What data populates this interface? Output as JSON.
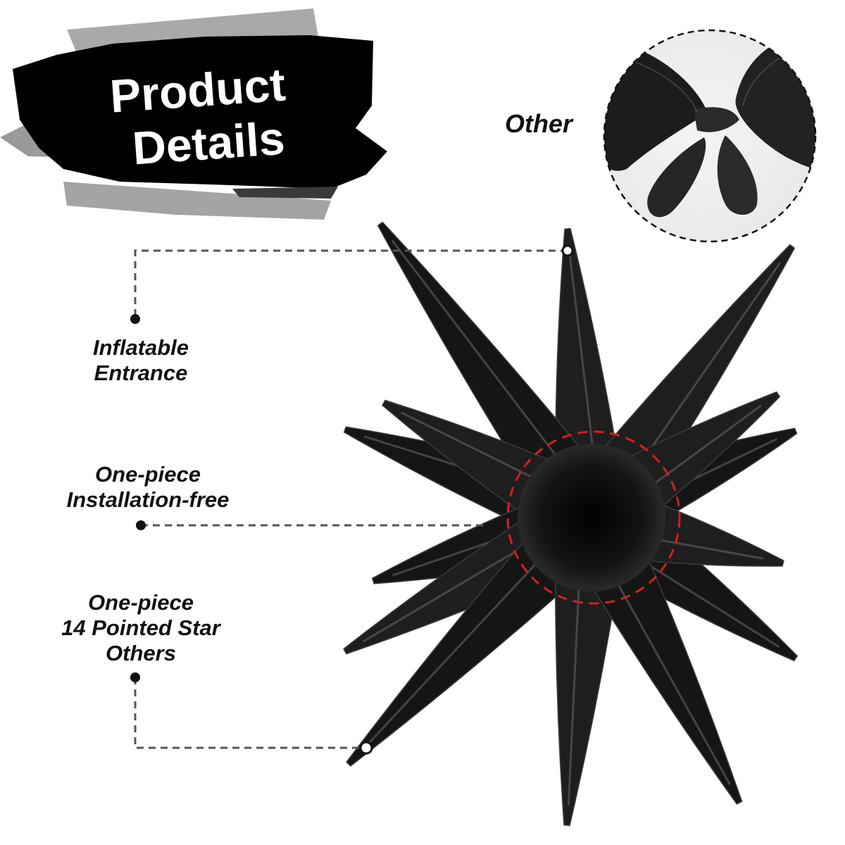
{
  "banner": {
    "line1": "Product",
    "line2": "Details"
  },
  "inset": {
    "label": "Other"
  },
  "callouts": [
    {
      "lines": [
        "Inflatable",
        "Entrance"
      ]
    },
    {
      "lines": [
        "One-piece",
        "Installation-free"
      ]
    },
    {
      "lines": [
        "One-piece",
        "14 Pointed Star",
        "Others"
      ]
    }
  ],
  "colors": {
    "balloon": "#141414",
    "leader_line": "#555555",
    "highlight_circle": "#d61f1f",
    "banner": "#000000",
    "banner_smudge": "#9a9a9a"
  },
  "icons": [
    "star-balloon-image",
    "balloon-detail-image"
  ]
}
